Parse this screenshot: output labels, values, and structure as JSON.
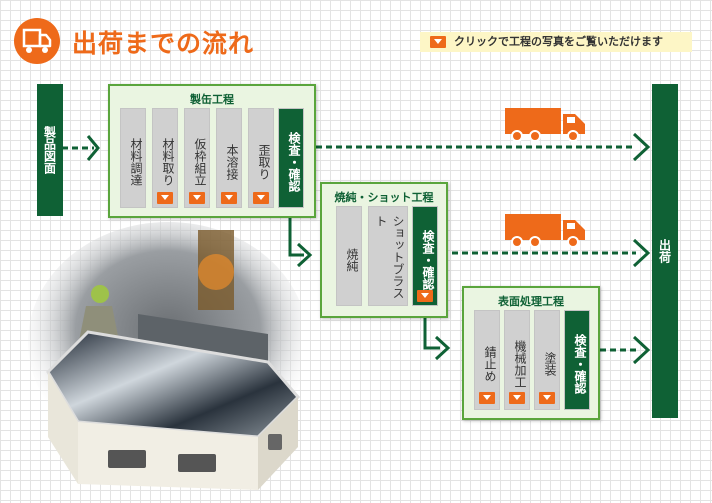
{
  "header": {
    "title": "出荷までの流れ",
    "hint": "クリックで工程の写真をご覧いただけます"
  },
  "flow": {
    "start_label": "製品図面",
    "end_label": "出荷",
    "process1": {
      "title": "製缶工程",
      "steps": [
        "材料調達",
        "材料取り",
        "仮枠組立",
        "本溶接",
        "歪取り"
      ],
      "check": "検査・確認"
    },
    "process2": {
      "title": "焼純・ショット工程",
      "steps": [
        "焼純",
        "ショットブラスト"
      ],
      "check": "検査・確認"
    },
    "process3": {
      "title": "表面処理工程",
      "steps": [
        "錆止め",
        "機械加工",
        "塗装"
      ],
      "check": "検査・確認"
    }
  },
  "colors": {
    "accent": "#ee6a1a",
    "dark_green": "#0f6135",
    "light_green": "#eaf5e1",
    "box_border": "#5aa53c",
    "hint_bg": "#fdf6c6"
  }
}
